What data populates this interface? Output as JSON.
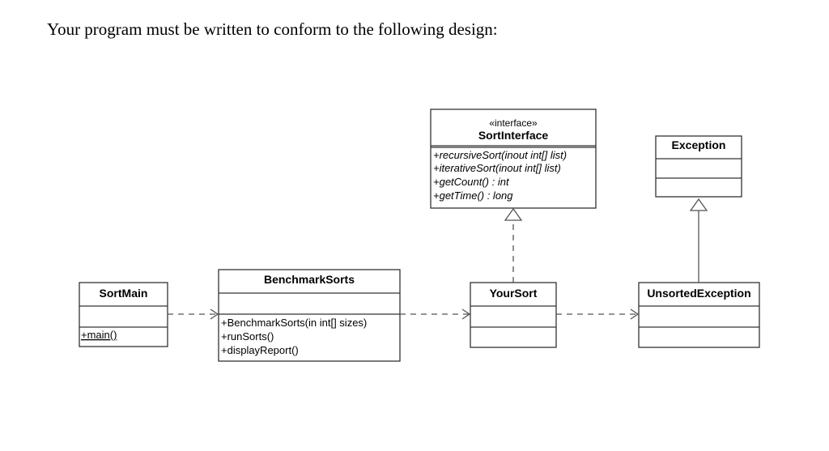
{
  "heading": "Your program must be written to conform to the following design:",
  "classes": {
    "sort_interface": {
      "stereotype": "«interface»",
      "name": "SortInterface",
      "methods": [
        "+recursiveSort(inout int[] list)",
        "+iterativeSort(inout int[] list)",
        "+getCount() : int",
        "+getTime() : long"
      ]
    },
    "exception": {
      "name": "Exception"
    },
    "sort_main": {
      "name": "SortMain",
      "methods": [
        "+main()"
      ]
    },
    "benchmark_sorts": {
      "name": "BenchmarkSorts",
      "methods": [
        "+BenchmarkSorts(in int[] sizes)",
        "+runSorts()",
        "+displayReport()"
      ]
    },
    "your_sort": {
      "name": "YourSort"
    },
    "unsorted_exception": {
      "name": "UnsortedException"
    }
  },
  "relations": [
    {
      "from": "SortMain",
      "to": "BenchmarkSorts",
      "kind": "dependency"
    },
    {
      "from": "BenchmarkSorts",
      "to": "YourSort",
      "kind": "dependency"
    },
    {
      "from": "YourSort",
      "to": "UnsortedException",
      "kind": "dependency"
    },
    {
      "from": "YourSort",
      "to": "SortInterface",
      "kind": "realization"
    },
    {
      "from": "UnsortedException",
      "to": "Exception",
      "kind": "generalization"
    }
  ]
}
